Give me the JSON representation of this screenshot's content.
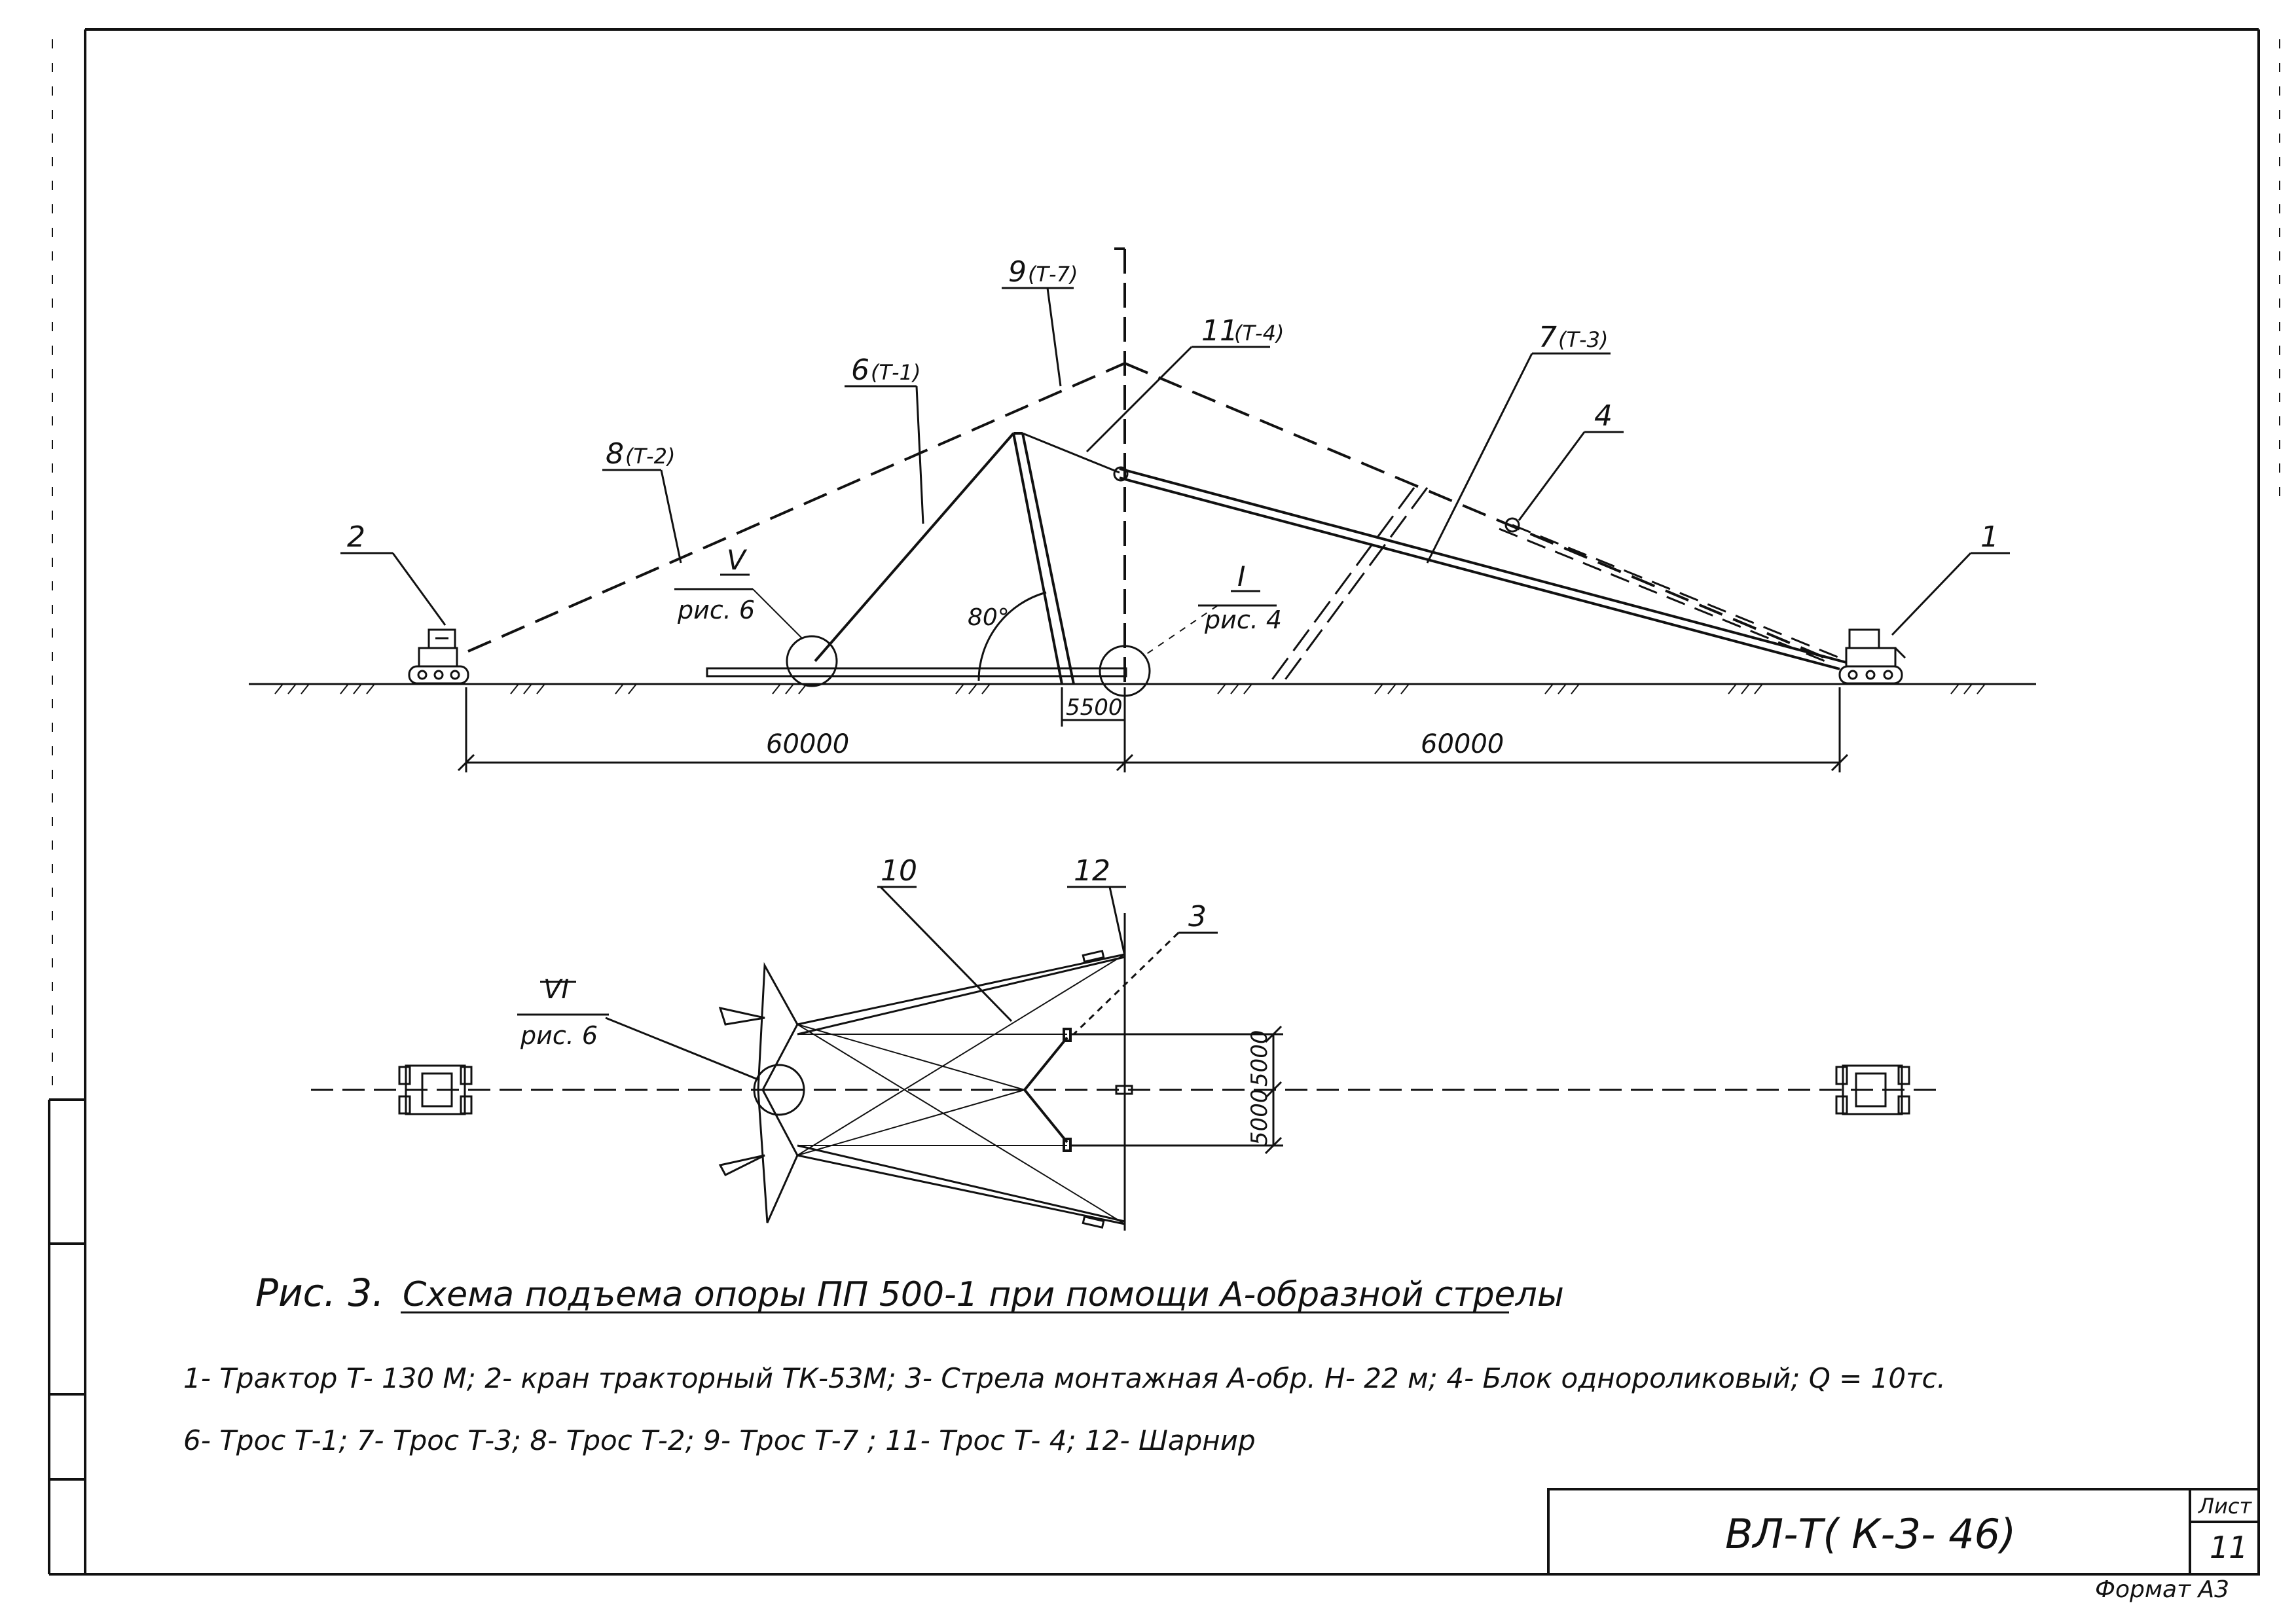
{
  "callouts": {
    "n1": "1",
    "n2": "2",
    "n3": "3",
    "n4": "4",
    "n6": "6",
    "n6_sub": "(Т-1)",
    "n7": "7",
    "n7_sub": "(Т-3)",
    "n8": "8",
    "n8_sub": "(Т-2)",
    "n9": "9",
    "n9_sub": "(Т-7)",
    "n10": "10",
    "n11": "11",
    "n11_sub": "(Т-4)",
    "n12": "12"
  },
  "detail_refs": {
    "V": {
      "roman": "V",
      "ref": "рис. 6"
    },
    "I": {
      "roman": "I",
      "ref": "рис. 4"
    },
    "VI": {
      "roman": "VI",
      "ref": "рис. 6"
    }
  },
  "angle_label": "80°",
  "dimensions": {
    "left_span": "60000",
    "right_span": "60000",
    "offset": "5500",
    "plan_upper": "5000",
    "plan_lower": "5000"
  },
  "caption": {
    "prefix": "Рис. 3.",
    "title": "Схема подъема опоры ПП 500-1 при помощи А-образной стрелы"
  },
  "legend": {
    "line1": "1- Трактор Т- 130 М;   2- кран тракторный ТК-53М;   3- Стрела монтажная А-обр. Н- 22 м;   4- Блок однороликовый;  Q = 10тс.",
    "line2": "6- Трос  Т-1;    7- Трос Т-3;    8- Трос Т-2;    9- Трос Т-7 ;    11- Трос Т- 4;     12- Шарнир"
  },
  "title_block": {
    "code": "ВЛ-Т( К-3- 46)",
    "sheet_label": "Лист",
    "sheet_number": "11"
  },
  "format_label": "Формат  А3"
}
